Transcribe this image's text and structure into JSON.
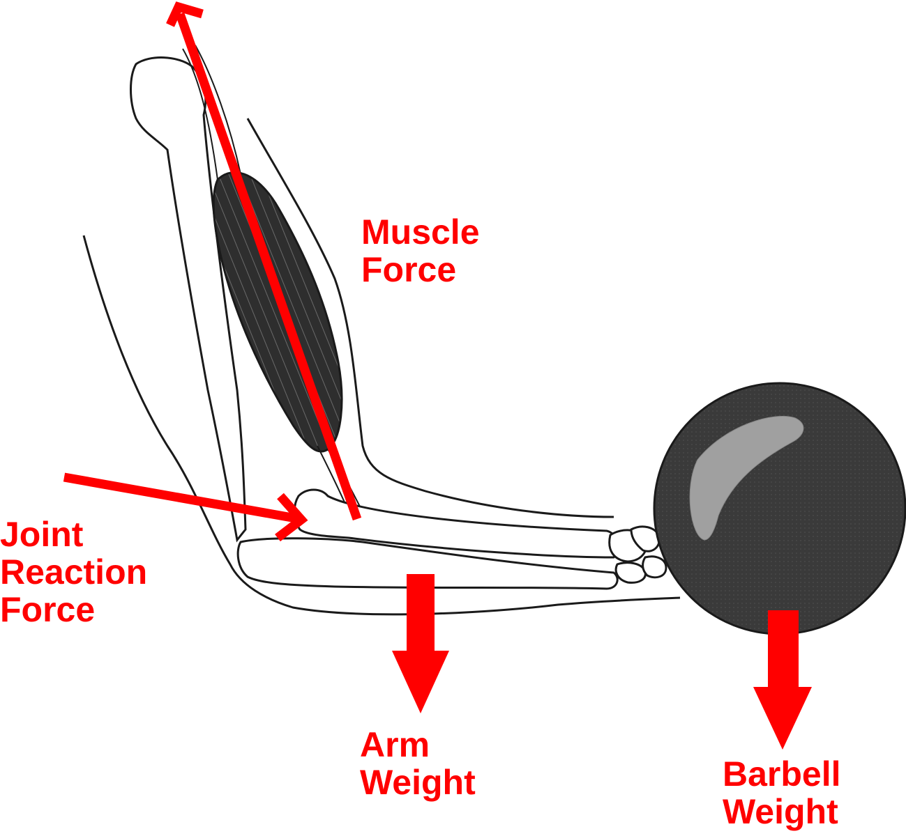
{
  "colors": {
    "force": "#ff0000",
    "outline": "#1a1a1a",
    "muscle": "#2e2e2e",
    "ball": "#3a3a3a",
    "ball_highlight": "#a0a0a0",
    "background": "#ffffff"
  },
  "labels": {
    "muscle_force": [
      "Muscle",
      "Force"
    ],
    "joint_reaction_force": [
      "Joint",
      "Reaction",
      "Force"
    ],
    "arm_weight": [
      "Arm",
      "Weight"
    ],
    "barbell_weight": [
      "Barbell",
      "Weight"
    ]
  }
}
